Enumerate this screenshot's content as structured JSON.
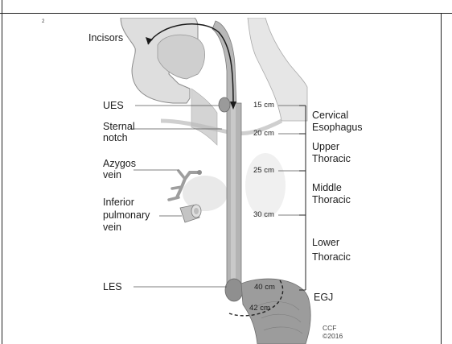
{
  "slide_number": "2",
  "labels": {
    "incisors": "Incisors",
    "ues": "UES",
    "sternal_notch_1": "Sternal",
    "sternal_notch_2": "notch",
    "azygos_1": "Azygos",
    "azygos_2": "vein",
    "ipv_1": "Inferior",
    "ipv_2": "pulmonary",
    "ipv_3": "vein",
    "les": "LES"
  },
  "distances": [
    "15 cm",
    "20 cm",
    "25 cm",
    "30 cm",
    "40 cm",
    "42 cm"
  ],
  "regions": {
    "cervical_1": "Cervical",
    "cervical_2": "Esophagus",
    "upper_1": "Upper",
    "upper_2": "Thoracic",
    "middle_1": "Middle",
    "middle_2": "Thoracic",
    "lower_1": "Lower",
    "lower_2": "Thoracic",
    "egj": "EGJ"
  },
  "credit": {
    "line1": "CCF",
    "line2": "©2016"
  }
}
